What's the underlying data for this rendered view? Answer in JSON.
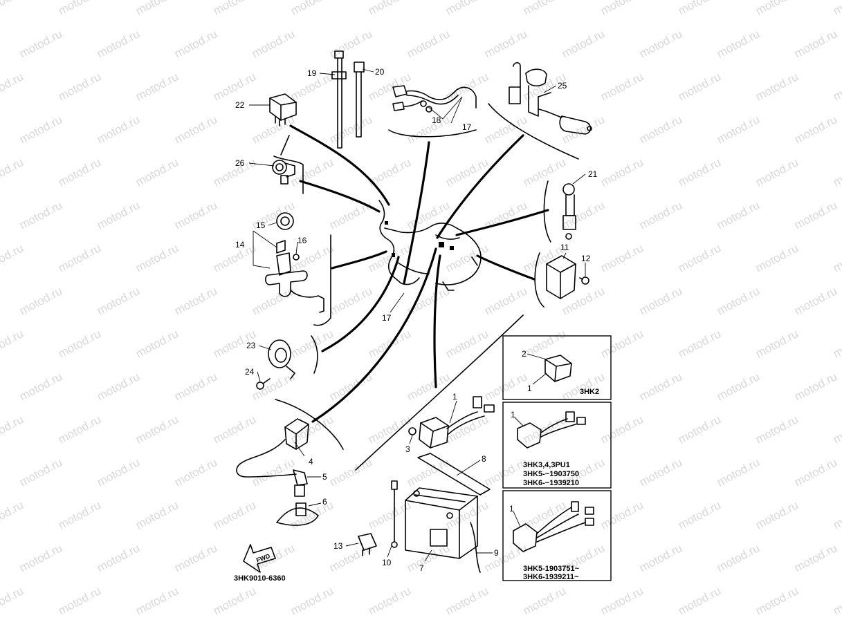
{
  "watermark": "motod.ru",
  "diagram_code": "3HK9010-6360",
  "fwd_label": "FWD",
  "labels": {
    "p1a": "1",
    "p1b": "1",
    "p1c": "1",
    "p1d": "1",
    "p2": "2",
    "p3": "3",
    "p4": "4",
    "p5": "5",
    "p6": "6",
    "p7": "7",
    "p8": "8",
    "p9": "9",
    "p10": "10",
    "p11": "11",
    "p12": "12",
    "p13": "13",
    "p14": "14",
    "p15": "15",
    "p16": "16",
    "p17a": "17",
    "p17b": "17",
    "p18": "18",
    "p19": "19",
    "p20": "20",
    "p21": "21",
    "p22": "22",
    "p23": "23",
    "p24": "24",
    "p25": "25",
    "p26": "26"
  },
  "variant_boxes": [
    {
      "lines": [
        "3HK2"
      ]
    },
    {
      "lines": [
        "3HK3,4,3PU1",
        "3HK5-~1903750",
        "3HK6-~1939210"
      ]
    },
    {
      "lines": [
        "3HK5-1903751~",
        "3HK6-1939211~"
      ]
    }
  ]
}
